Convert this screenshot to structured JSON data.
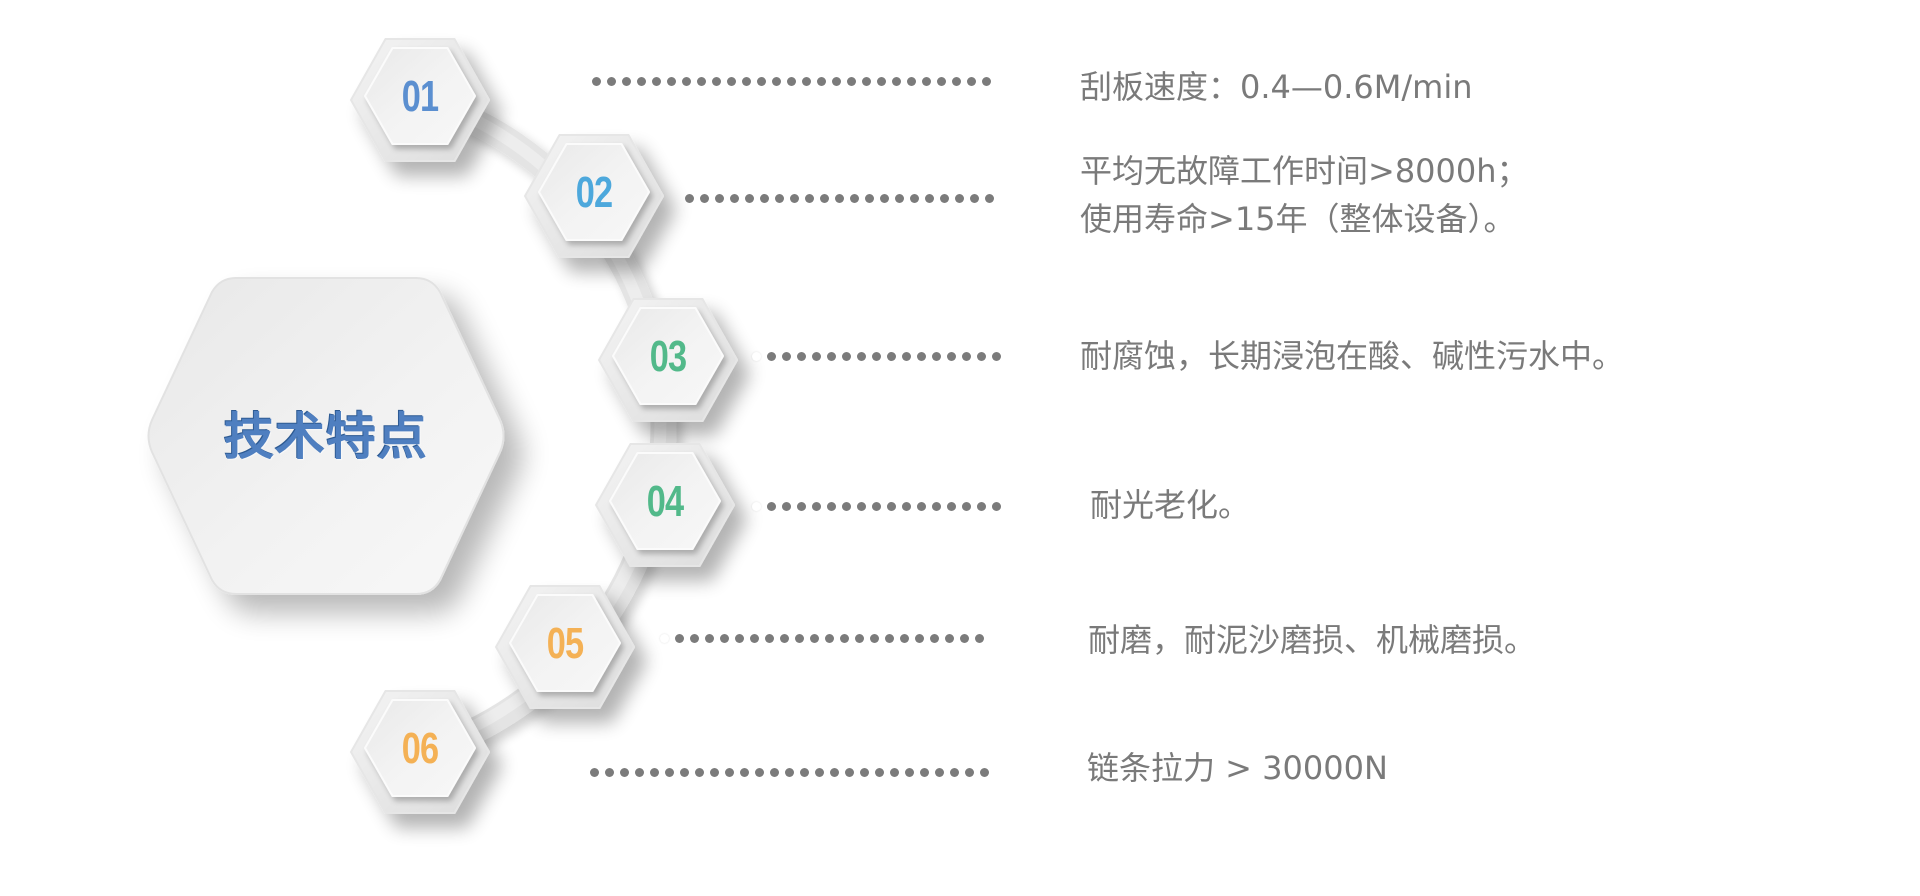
{
  "title": "技术特点",
  "colors": {
    "blue": "#5b8fd0",
    "sky": "#4da8dc",
    "green": "#52b98a",
    "orange": "#f4b155",
    "text": "#7a7a7a",
    "dots": "#7b7b7b"
  },
  "items": [
    {
      "number": "01",
      "color": "#5b8fd0",
      "lines": [
        "刮板速度：0.4—0.6M/min"
      ]
    },
    {
      "number": "02",
      "color": "#4da8dc",
      "lines": [
        "平均无故障工作时间>8000h；",
        "使用寿命>15年（整体设备）。"
      ]
    },
    {
      "number": "03",
      "color": "#52b98a",
      "lines": [
        "耐腐蚀，长期浸泡在酸、碱性污水中。"
      ]
    },
    {
      "number": "04",
      "color": "#52b98a",
      "lines": [
        "耐光老化。"
      ]
    },
    {
      "number": "05",
      "color": "#f4b155",
      "lines": [
        "耐磨，耐泥沙磨损、机械磨损。"
      ]
    },
    {
      "number": "06",
      "color": "#f4b155",
      "lines": [
        "链条拉力 > 30000N"
      ]
    }
  ]
}
